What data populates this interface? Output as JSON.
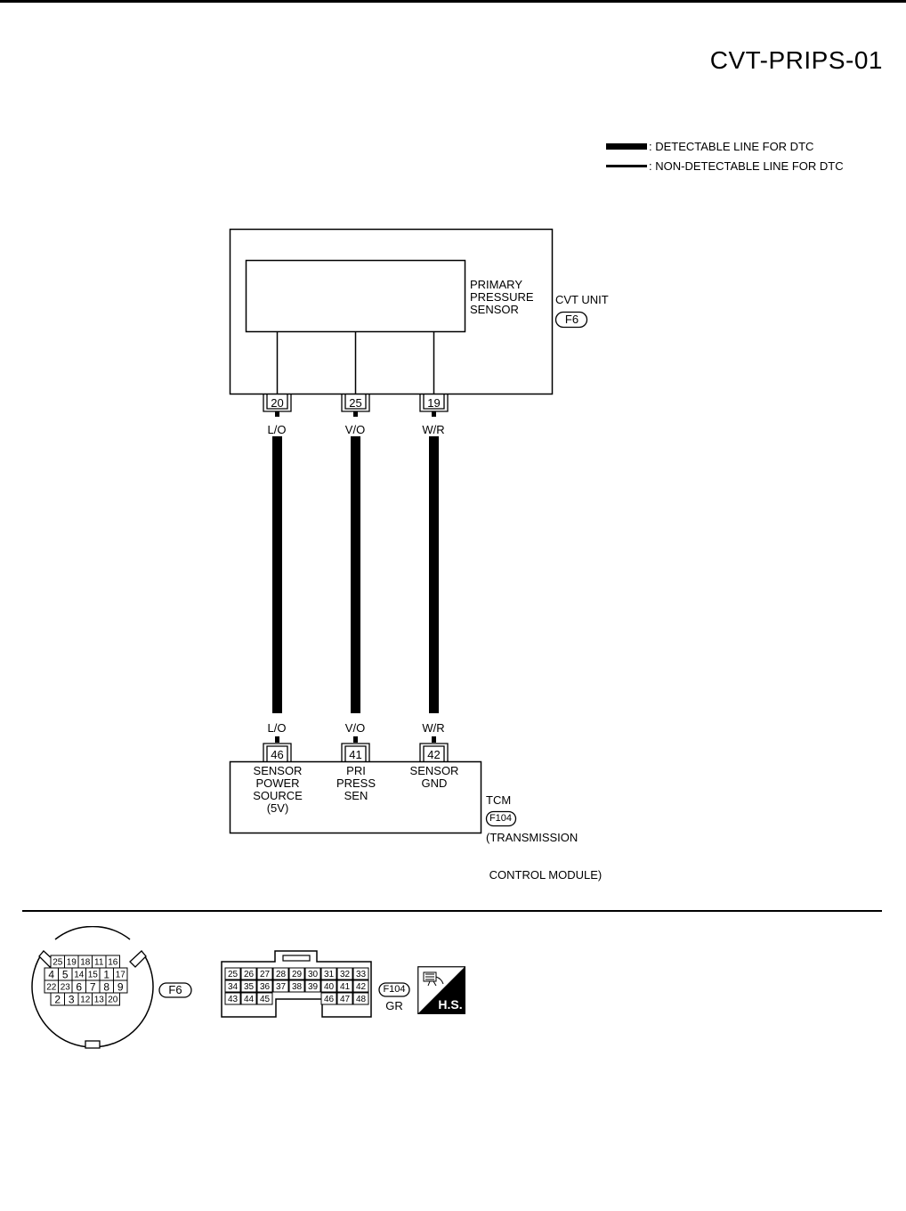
{
  "diagram_id": "CVT-PRIPS-01",
  "legend": {
    "detectable": ": DETECTABLE LINE FOR DTC",
    "non_detectable": ": NON-DETECTABLE LINE FOR DTC"
  },
  "cvt_unit": {
    "name": "CVT UNIT",
    "connector": "F6",
    "sensor_lines": [
      "PRIMARY",
      "PRESSURE",
      "SENSOR"
    ]
  },
  "tcm": {
    "name_lines": [
      "TCM",
      "(TRANSMISSION",
      " CONTROL MODULE)"
    ],
    "connector": "F104"
  },
  "wires": [
    {
      "top_pin": "20",
      "color": "L/O",
      "bottom_pin": "46",
      "function_lines": [
        "SENSOR",
        "POWER",
        "SOURCE",
        "(5V)"
      ]
    },
    {
      "top_pin": "25",
      "color": "V/O",
      "bottom_pin": "41",
      "function_lines": [
        "PRI",
        "PRESS",
        "SEN"
      ]
    },
    {
      "top_pin": "19",
      "color": "W/R",
      "bottom_pin": "42",
      "function_lines": [
        "SENSOR",
        "GND"
      ]
    }
  ],
  "connector_views": {
    "f6": {
      "label": "F6",
      "rows": [
        [
          "25",
          "19",
          "18",
          "11",
          "16"
        ],
        [
          "4",
          "5",
          "14",
          "15",
          "1",
          "17"
        ],
        [
          "22",
          "23",
          "6",
          "7",
          "8",
          "9"
        ],
        [
          "2",
          "3",
          "12",
          "13",
          "20"
        ]
      ]
    },
    "f104": {
      "label": "F104",
      "color": "GR",
      "rows": [
        [
          "25",
          "26",
          "27",
          "28",
          "29",
          "30",
          "31",
          "32",
          "33"
        ],
        [
          "34",
          "35",
          "36",
          "37",
          "38",
          "39",
          "40",
          "41",
          "42"
        ],
        [
          "43",
          "44",
          "45",
          "46",
          "47",
          "48"
        ]
      ]
    },
    "hs_badge": "H.S."
  }
}
